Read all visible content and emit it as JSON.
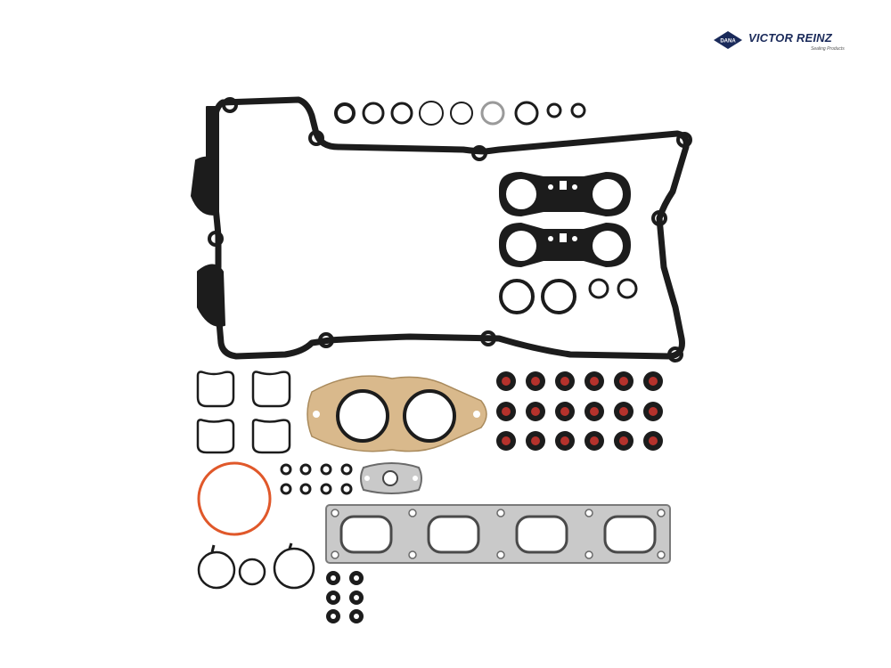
{
  "logo": {
    "badge_text": "DANA",
    "brand": "VICTOR REINZ",
    "tagline": "Sealing Products"
  },
  "colors": {
    "gasket_black": "#1c1c1c",
    "gasket_fiber": "#d9b98c",
    "gasket_metal": "#c9c9c9",
    "oring_orange": "#e0582a",
    "seal_red": "#b5322c",
    "brand_blue": "#1a2a5a"
  },
  "image": {
    "subject": "engine cylinder head gasket kit parts"
  }
}
